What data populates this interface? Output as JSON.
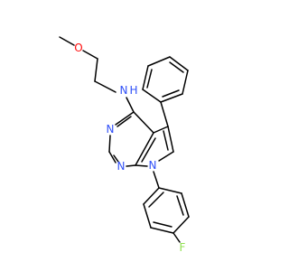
{
  "colors": {
    "bond": "#000000",
    "oxygen": "#ff0d0d",
    "nitrogen": "#3050f8",
    "fluorine": "#90e050",
    "background": "#ffffff"
  },
  "atoms": {
    "o1": {
      "label": "O",
      "color": "oxygen"
    },
    "n_amine": {
      "label": "N",
      "color": "nitrogen"
    },
    "h_amine": {
      "label": "H",
      "color": "nitrogen"
    },
    "n_pyr1": {
      "label": "N",
      "color": "nitrogen"
    },
    "n_pyr2": {
      "label": "N",
      "color": "nitrogen"
    },
    "n_pyrrole": {
      "label": "N",
      "color": "nitrogen"
    },
    "f1": {
      "label": "F",
      "color": "fluorine"
    }
  }
}
